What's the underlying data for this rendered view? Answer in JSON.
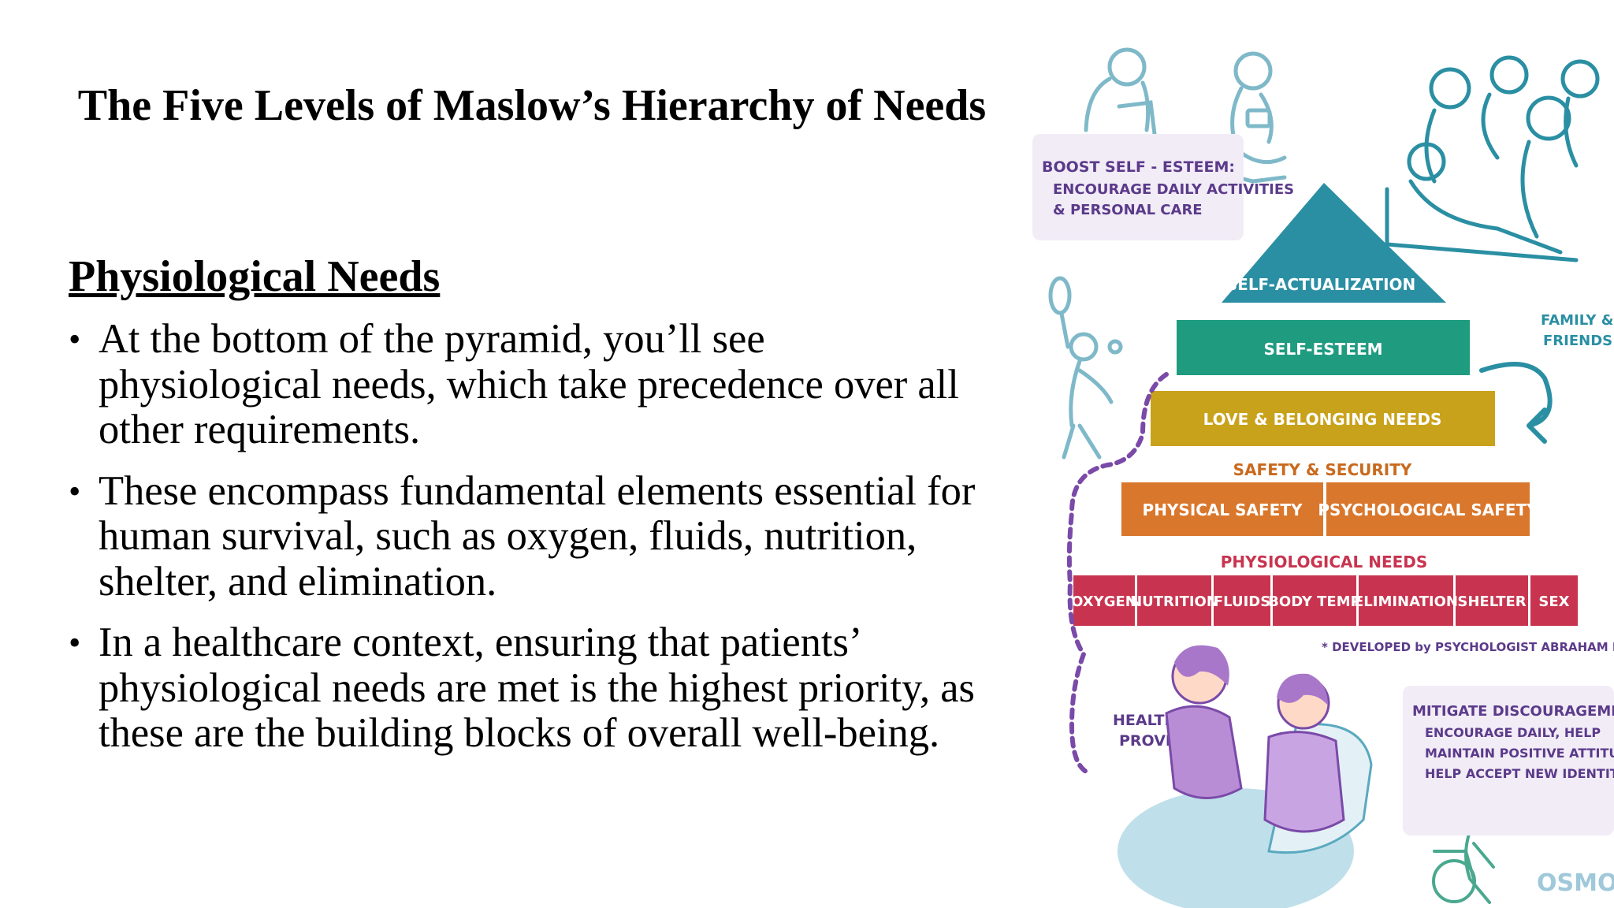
{
  "slide": {
    "title": "The Five Levels of Maslow’s Hierarchy of Needs",
    "section_heading": "Physiological Needs",
    "bullets": [
      "At the bottom of the pyramid, you’ll see physiological needs, which take precedence over all other requirements.",
      "These encompass fundamental elements essential for human survival, such as oxygen, fluids, nutrition, shelter, and elimination.",
      "In a healthcare context, ensuring that patients’ physiological needs are met is the highest priority, as these are the building blocks of overall well-being."
    ]
  },
  "diagram": {
    "boost_note": {
      "title": "BOOST SELF - ESTEEM:",
      "line1": "ENCOURAGE DAILY ACTIVITIES",
      "line2": "& PERSONAL CARE"
    },
    "family_label": {
      "line1": "FAMILY &",
      "line2": "FRIENDS"
    },
    "pyramid": {
      "self_actualization": "SELF-ACTUALIZATION",
      "self_esteem": "SELF-ESTEEM",
      "love_belonging": "LOVE & BELONGING NEEDS",
      "safety_header": "SAFETY & SECURITY",
      "physical_safety": "PHYSICAL SAFETY",
      "psychological_safety": "PSYCHOLOGICAL SAFETY",
      "physiological_header": "PHYSIOLOGICAL NEEDS",
      "physiological_items": [
        "OXYGEN",
        "NUTRITION",
        "FLUIDS",
        "BODY TEMP",
        "ELIMINATION",
        "SHELTER",
        "SEX"
      ]
    },
    "developed_note": "* DEVELOPED by PSYCHOLOGIST ABRAHAM MASLOW",
    "healthcare_label": {
      "line1": "HEALTHCARE",
      "line2": "PROVIDERS"
    },
    "mitigate_note": {
      "title": "MITIGATE DISCOURAGEMENT:",
      "line1": "ENCOURAGE DAILY, HELP",
      "line2": "MAINTAIN POSITIVE ATTITUDE,",
      "line3": "HELP ACCEPT NEW IDENTITY"
    },
    "logo_text": "OSMOSIS",
    "colors": {
      "teal_dark": "#2a8fa3",
      "teal": "#1f9b80",
      "gold": "#c9a21b",
      "orange": "#d9772c",
      "crimson": "#c8344f",
      "purple": "#7a4aa8",
      "note_bg": "#f1ecf6",
      "sketch": "#7fb9c9"
    }
  }
}
